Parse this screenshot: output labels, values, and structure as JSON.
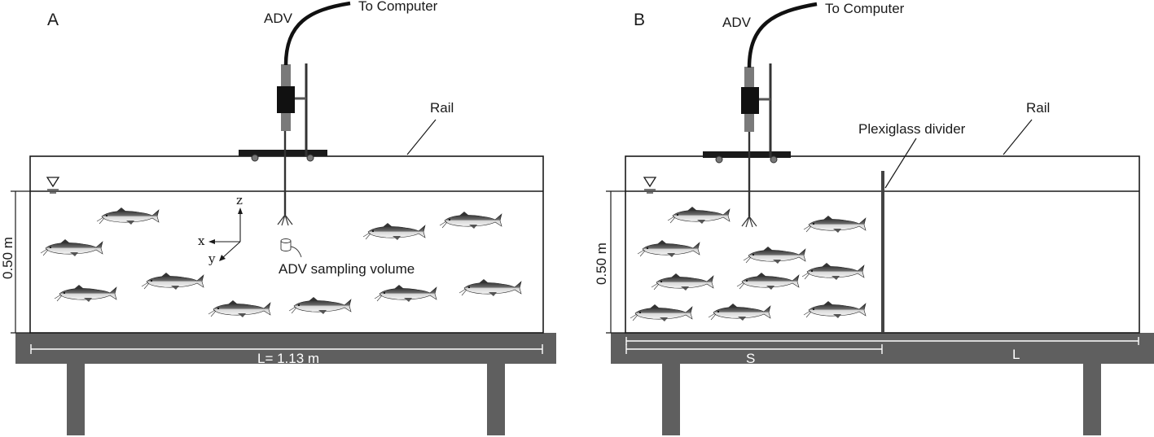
{
  "panels": [
    {
      "id": "A",
      "letter": "A",
      "probe_label": "ADV",
      "cable_label": "To Computer",
      "rail_label": "Rail",
      "depth_label": "0.50 m",
      "length_label": "L= 1.13 m",
      "axes": {
        "z": "z",
        "x": "x",
        "y": "y"
      },
      "sampling_label": "ADV sampling volume"
    },
    {
      "id": "B",
      "letter": "B",
      "probe_label": "ADV",
      "cable_label": "To Computer",
      "rail_label": "Rail",
      "divider_label": "Plexiglass divider",
      "depth_label": "0.50 m",
      "s_label": "S",
      "l_label": "L"
    }
  ],
  "colors": {
    "line": "#1a1a1a",
    "table": "#5f5f5f",
    "probe_body": "#7a7a7a",
    "probe_head": "#111111",
    "fish_dark": "#333333",
    "fish_light": "#cfcfcf"
  }
}
